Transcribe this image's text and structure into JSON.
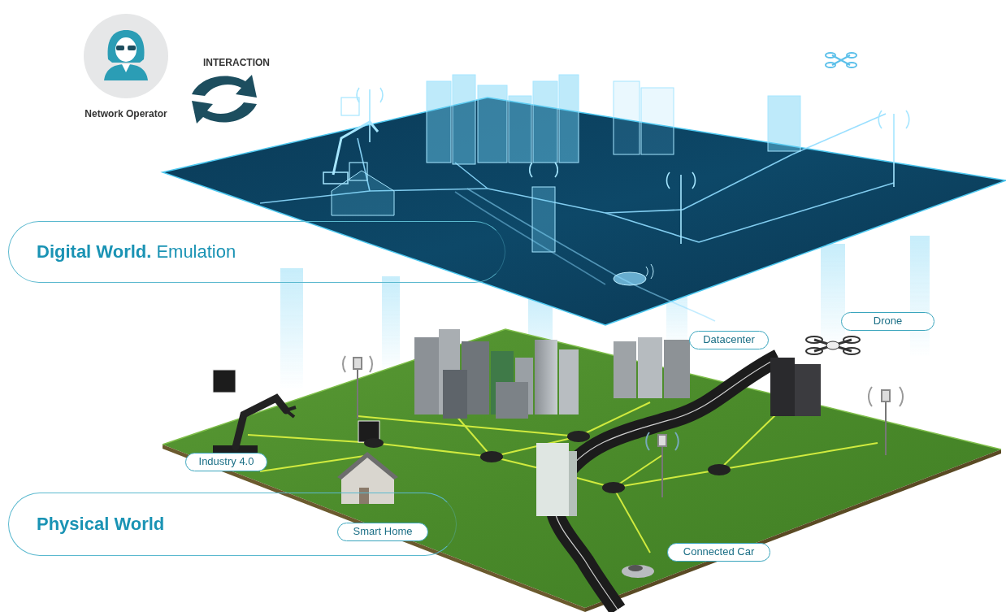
{
  "diagram": {
    "nodes": [
      {
        "text": [
          "Network Operator"
        ]
      },
      {
        "text": [
          "Digital World.",
          "Emulation"
        ]
      },
      {
        "text": [
          "Datacenter"
        ]
      },
      {
        "text": [
          "Drone"
        ]
      },
      {
        "text": [
          "Industry 4.0"
        ]
      },
      {
        "text": [
          "Physical World"
        ]
      },
      {
        "text": [
          "Smart Home"
        ]
      },
      {
        "text": [
          "Connected Car"
        ]
      }
    ],
    "labels": [
      "INTERACTION"
    ]
  }
}
